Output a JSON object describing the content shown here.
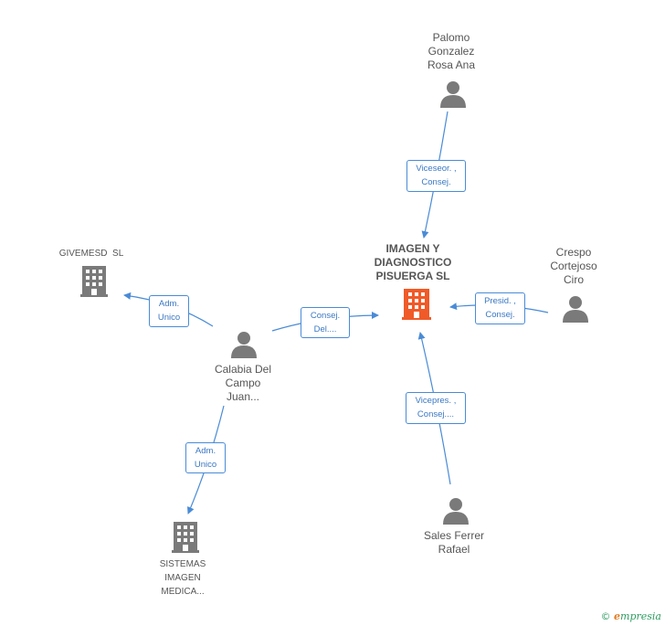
{
  "nodes": {
    "main": {
      "label": "IMAGEN Y\nDIAGNOSTICO\nPISUERGA SL",
      "icon": "building-icon",
      "color": "#f05a28"
    },
    "palomo": {
      "label": "Palomo\nGonzalez\nRosa Ana",
      "icon": "person-icon"
    },
    "crespo": {
      "label": "Crespo\nCortejoso\nCiro",
      "icon": "person-icon"
    },
    "sales": {
      "label": "Sales Ferrer\nRafael",
      "icon": "person-icon"
    },
    "calabia": {
      "label": "Calabia Del\nCampo\nJuan...",
      "icon": "person-icon"
    },
    "givemesd": {
      "label": "GIVEMESD  SL",
      "icon": "building-icon"
    },
    "sistemas": {
      "label": "SISTEMAS\nIMAGEN\nMEDICA...",
      "icon": "building-icon"
    }
  },
  "edges": {
    "palomo_main": "Viceseor. ,\nConsej.",
    "crespo_main": "Presid. ,\nConsej.",
    "sales_main": "Vicepres. ,\nConsej....",
    "calabia_main": "Consej.\nDel....",
    "calabia_givemesd": "Adm.\nUnico",
    "calabia_sistemas": "Adm.\nUnico"
  },
  "colors": {
    "edge": "#4a8bd6",
    "node_icon": "#7a7a7a",
    "main_icon": "#f05a28",
    "brand_green": "#2e9c5f",
    "brand_orange": "#e47b20"
  },
  "footer": {
    "copyright": "©",
    "brand_e": "e",
    "brand_rest": "mpresia"
  }
}
